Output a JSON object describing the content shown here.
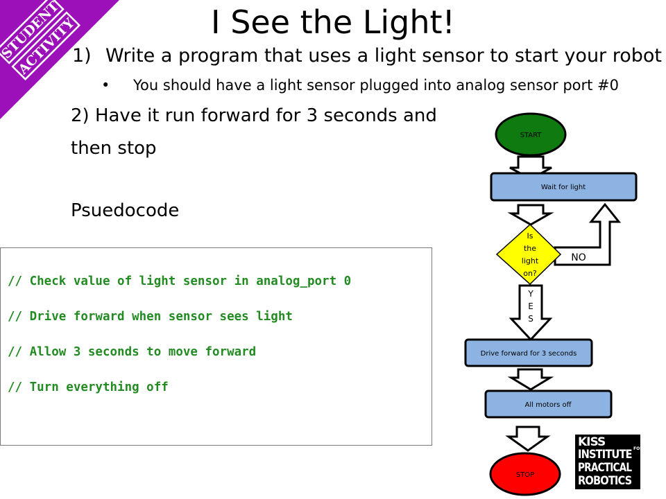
{
  "slide": {
    "title": "I See the Light!",
    "banner": {
      "line1": "STUDENT",
      "line2": "ACTIVITY",
      "color": "#9b10b8"
    },
    "step1": {
      "number": "1)",
      "text": "Write a program that uses a light sensor to start your robot"
    },
    "bullet": {
      "mark": "•",
      "text": "You should have a light sensor plugged into analog sensor port #0"
    },
    "step2": {
      "line1": "2) Have it run forward for 3 seconds and",
      "line2": "then stop"
    },
    "pseudocode_heading": "Psuedocode",
    "code_lines": [
      "// Check value of light sensor in analog_port 0",
      "// Drive forward when sensor sees light",
      "// Allow 3 seconds to move forward",
      "// Turn everything off"
    ],
    "code_color": "#228b22"
  },
  "flowchart": {
    "start": "START",
    "wait": "Wait for light",
    "decision": [
      "Is",
      "the",
      "light",
      "on?"
    ],
    "no": "NO",
    "yes": [
      "Y",
      "E",
      "S"
    ],
    "drive": "Drive forward for 3 seconds",
    "motors": "All motors off",
    "stop": "STOP",
    "colors": {
      "start": "#0f7a0f",
      "stop": "#ff0000",
      "process": "#8db3e2",
      "decision": "#ffff00"
    }
  },
  "logo": {
    "line1": "KISS",
    "line2": "INSTITUTE",
    "line2_sup": "FOR",
    "line3": "PRACTICAL",
    "line4": "ROBOTICS"
  }
}
